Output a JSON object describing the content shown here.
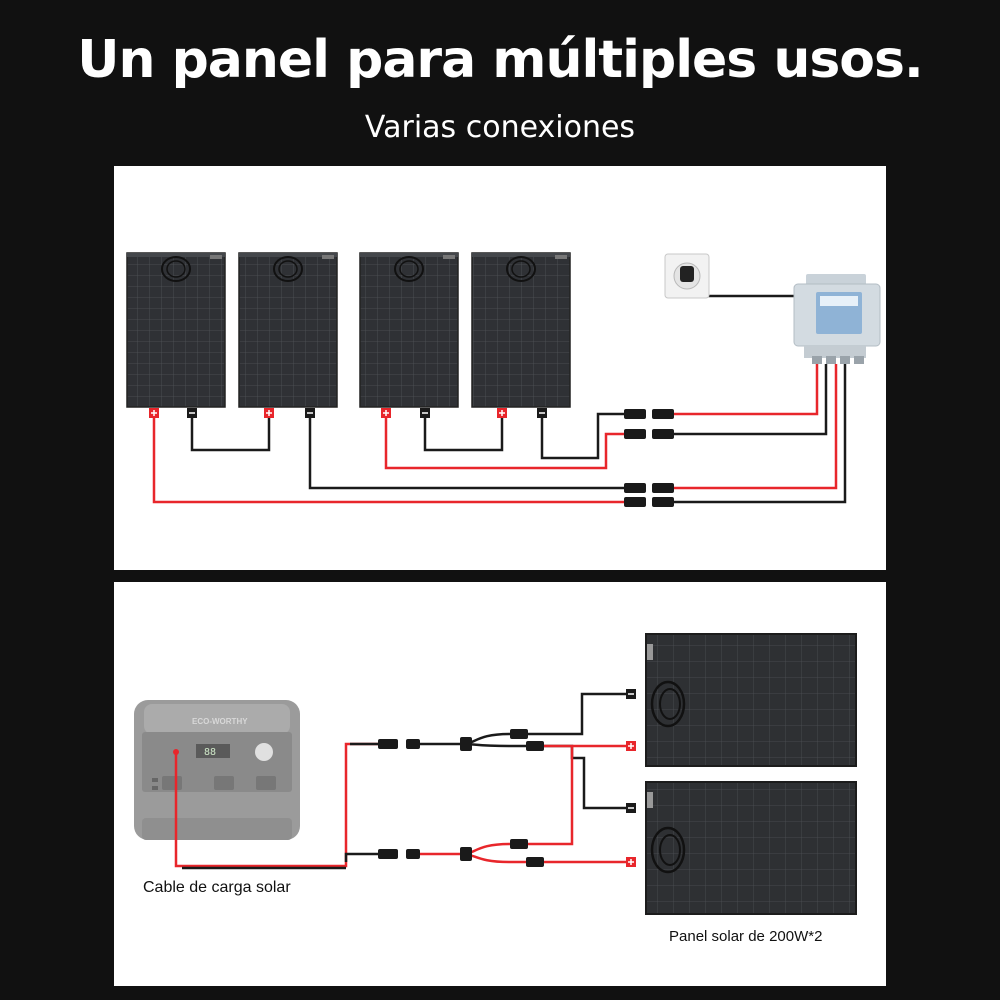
{
  "header": {
    "title": "Un panel para múltiples usos.",
    "subtitle": "Varias conexiones"
  },
  "top_diagram": {
    "panels": [
      "solar-panel",
      "solar-panel",
      "solar-panel",
      "solar-panel"
    ],
    "devices": [
      "wall-outlet",
      "microinverter"
    ]
  },
  "bottom_diagram": {
    "station_brand": "ECO-WORTHY",
    "station_display": "88",
    "cable_label": "Cable de carga solar",
    "panel_label": "Panel solar de 200W*2"
  },
  "colors": {
    "background": "#111111",
    "card": "#ffffff",
    "wire_red": "#e8262b",
    "wire_black": "#1a1a1a",
    "panel": "#2e3033"
  }
}
